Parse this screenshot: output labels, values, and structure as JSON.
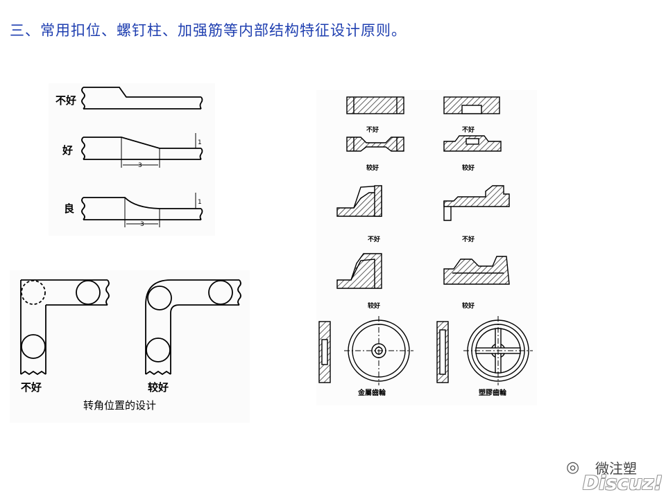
{
  "heading": "三、常用扣位、螺钉柱、加强筋等内部结构特征设计原则。",
  "wall_transition": {
    "labels": [
      "不好",
      "好",
      "良"
    ],
    "dims": [
      "3",
      "1"
    ]
  },
  "corner": {
    "labels": [
      "不好",
      "较好"
    ],
    "caption": "转角位置的设计"
  },
  "sections": {
    "row_labels": [
      "不好",
      "较好",
      "不好",
      "较好",
      "不好",
      "较好"
    ],
    "gear_labels": [
      "金屬齒輪",
      "塑膠齒輪"
    ]
  },
  "watermark": {
    "name": "微注塑",
    "brand": "Discuz!"
  }
}
